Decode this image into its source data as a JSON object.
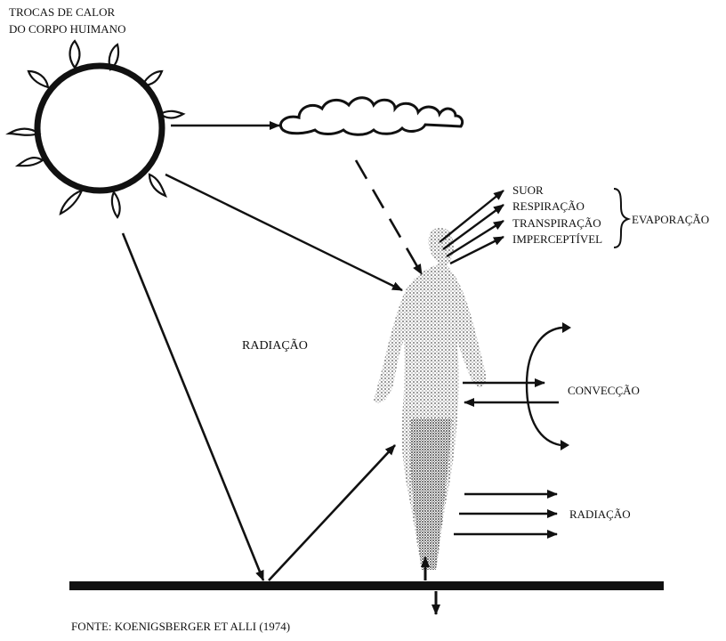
{
  "title": {
    "line1": "TROCAS DE CALOR",
    "line2": "DO CORPO HUIMANO"
  },
  "labels": {
    "radiation_main": "RADIAÇÃO",
    "suor": "SUOR",
    "respiracao": "RESPIRAÇÃO",
    "transpiracao": "TRANSPIRAÇÃO",
    "imperceptivel": "IMPERCEPTÍVEL",
    "evaporacao": "EVAPORAÇÃO",
    "conveccao": "CONVECÇÃO",
    "radiation_body": "RADIAÇÃO"
  },
  "source": "FONTE: KOENIGSBERGER ET ALLI (1974)",
  "icons": [
    "sun-icon",
    "cloud-icon",
    "human-figure-icon",
    "ground-line"
  ]
}
